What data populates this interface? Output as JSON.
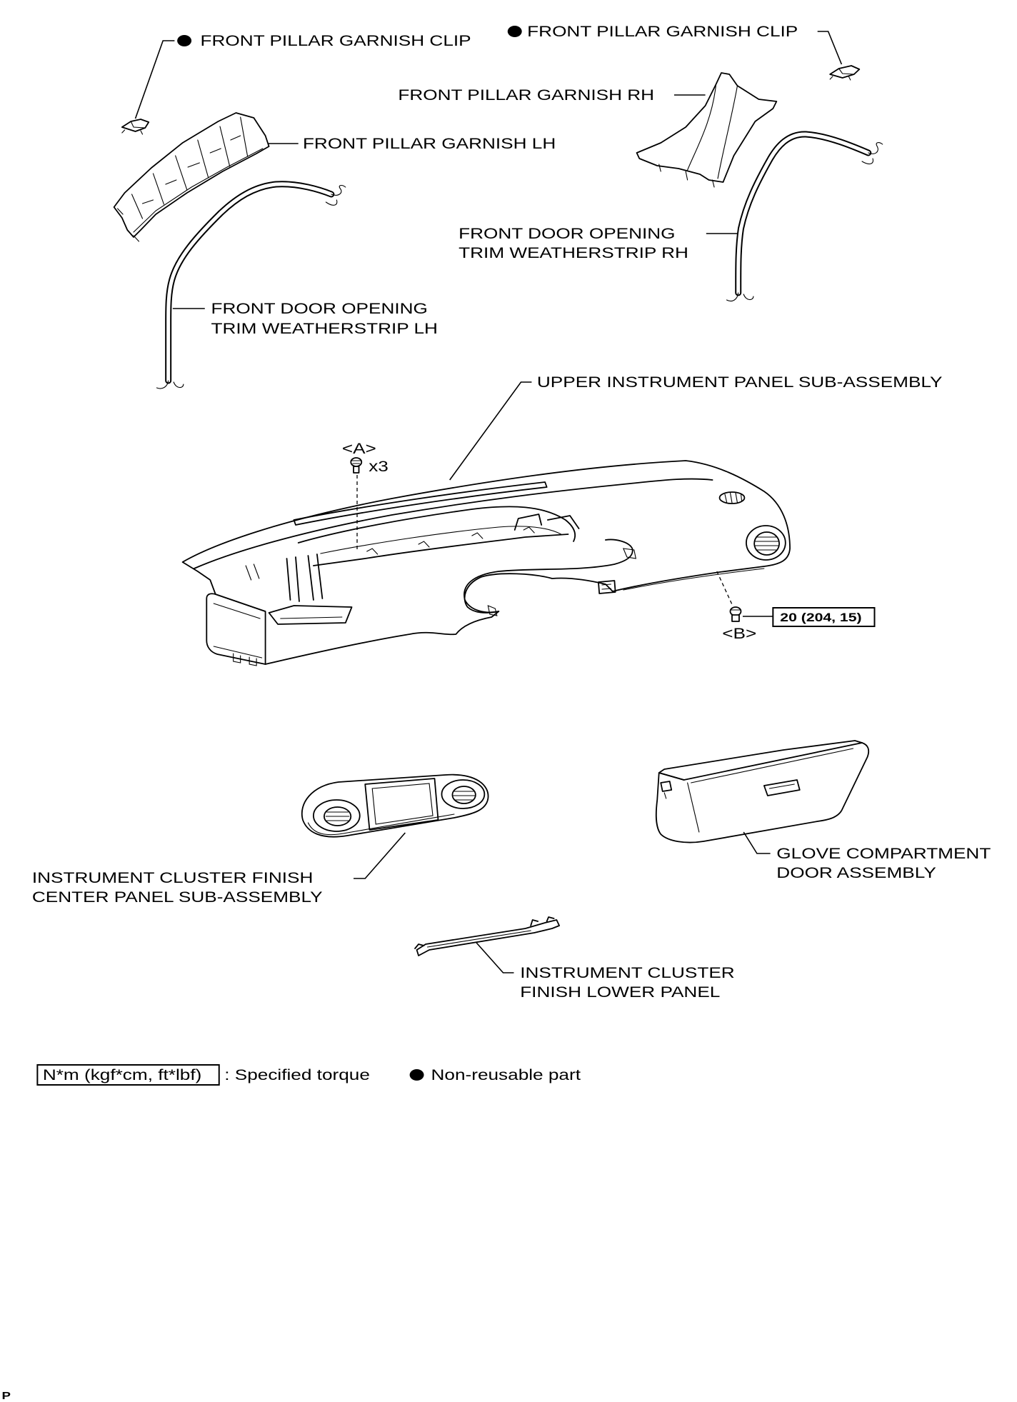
{
  "parts": {
    "front_pillar_garnish_clip_left": {
      "label": "FRONT PILLAR GARNISH CLIP"
    },
    "front_pillar_garnish_clip_right": {
      "label": "FRONT PILLAR GARNISH CLIP"
    },
    "front_pillar_garnish_rh": {
      "label": "FRONT PILLAR GARNISH RH"
    },
    "front_pillar_garnish_lh": {
      "label": "FRONT PILLAR GARNISH LH"
    },
    "front_door_weatherstrip_rh": {
      "lines": [
        "FRONT DOOR OPENING",
        "TRIM WEATHERSTRIP RH"
      ]
    },
    "front_door_weatherstrip_lh": {
      "lines": [
        "FRONT DOOR OPENING",
        "TRIM WEATHERSTRIP LH"
      ]
    },
    "upper_instrument_panel": {
      "label": "UPPER INSTRUMENT PANEL SUB-ASSEMBLY"
    },
    "cluster_finish_center_panel": {
      "lines": [
        "INSTRUMENT CLUSTER FINISH",
        "CENTER PANEL SUB-ASSEMBLY"
      ]
    },
    "glove_compartment_door": {
      "lines": [
        "GLOVE COMPARTMENT",
        "DOOR ASSEMBLY"
      ]
    },
    "cluster_finish_lower_panel": {
      "lines": [
        "INSTRUMENT CLUSTER",
        "FINISH LOWER PANEL"
      ]
    }
  },
  "fasteners": {
    "a": {
      "tag": "<A>",
      "quantity": "x3"
    },
    "b": {
      "tag": "<B>",
      "torque": "20 (204, 15)"
    }
  },
  "legend": {
    "torque_units": "N*m (kgf*cm, ft*lbf)",
    "torque_caption": ": Specified torque",
    "non_reusable_icon": "filled-circle-icon",
    "non_reusable_caption": "Non-reusable part"
  },
  "page_code": "P",
  "colors": {
    "ink": "#000000",
    "paper": "#ffffff"
  }
}
